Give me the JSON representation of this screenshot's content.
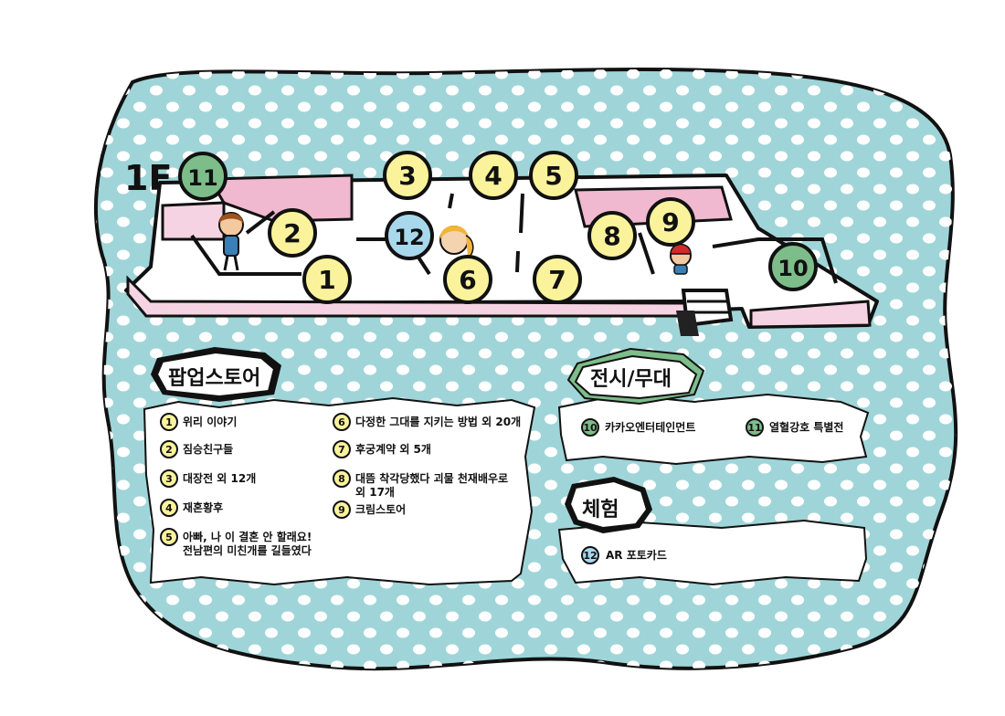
{
  "floor_label": "1F",
  "colors": {
    "sea": "#9fd5d8",
    "dot": "#ffffff",
    "wall_pink": "#f6d3e2",
    "wall_pink_dark": "#f0b9d0",
    "yellow_badge": "#fbf39b",
    "green_badge": "#7dbd8a",
    "blue_badge": "#a8d8ec",
    "outline": "#111111"
  },
  "map_markers": [
    {
      "num": "11",
      "kind": "green"
    },
    {
      "num": "3",
      "kind": "yellow"
    },
    {
      "num": "4",
      "kind": "yellow"
    },
    {
      "num": "5",
      "kind": "yellow"
    },
    {
      "num": "2",
      "kind": "yellow"
    },
    {
      "num": "12",
      "kind": "blue"
    },
    {
      "num": "1",
      "kind": "yellow"
    },
    {
      "num": "6",
      "kind": "yellow"
    },
    {
      "num": "7",
      "kind": "yellow"
    },
    {
      "num": "8",
      "kind": "yellow"
    },
    {
      "num": "9",
      "kind": "yellow"
    },
    {
      "num": "10",
      "kind": "green"
    }
  ],
  "popup": {
    "title": "팝업스토어",
    "items": [
      {
        "num": "1",
        "lines": [
          "위리 이야기"
        ]
      },
      {
        "num": "2",
        "lines": [
          "짐승친구들"
        ]
      },
      {
        "num": "3",
        "lines": [
          "대장전 외 12개"
        ]
      },
      {
        "num": "4",
        "lines": [
          "재혼황후"
        ]
      },
      {
        "num": "5",
        "lines": [
          "아빠, 나 이 결혼 안 할래요!",
          "전남편의 미친개를 길들였다"
        ]
      },
      {
        "num": "6",
        "lines": [
          "다정한 그대를 지키는 방법 외 20개"
        ]
      },
      {
        "num": "7",
        "lines": [
          "후궁계약 외 5개"
        ]
      },
      {
        "num": "8",
        "lines": [
          "대뜸 착각당했다 괴물 천재배우로",
          "외 17개"
        ]
      },
      {
        "num": "9",
        "lines": [
          "크림스토어"
        ]
      }
    ]
  },
  "exhibit": {
    "title": "전시/무대",
    "items": [
      {
        "num": "10",
        "label": "카카오엔터테인먼트"
      },
      {
        "num": "11",
        "label": "열혈강호 특별전"
      }
    ]
  },
  "experience": {
    "title": "체험",
    "items": [
      {
        "num": "12",
        "label": "AR 포토카드"
      }
    ]
  }
}
